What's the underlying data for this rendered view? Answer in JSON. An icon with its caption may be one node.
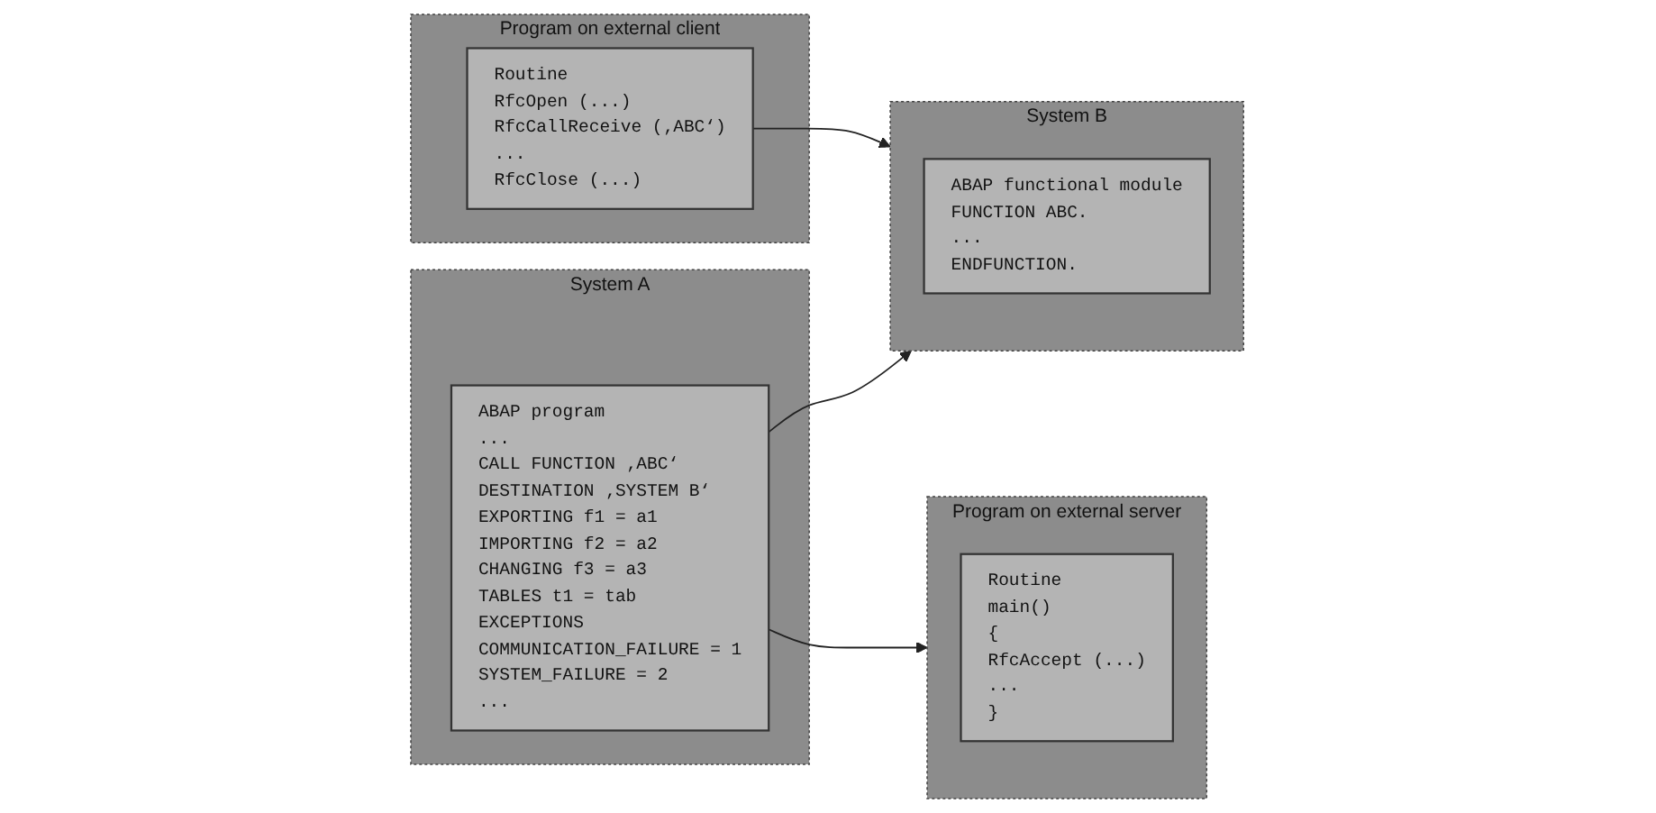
{
  "diagram": {
    "nodes": [
      {
        "text": [
          "System A"
        ]
      },
      {
        "text": [
          "ABAP program",
          "...",
          "CALL FUNCTION ‚ABC‘",
          "DESTINATION ‚SYSTEM B‘",
          "EXPORTING f1 = a1",
          "IMPORTING f2 = a2",
          "CHANGING f3 = a3",
          "TABLES t1 = tab",
          "EXCEPTIONS",
          "COMMUNICATION_FAILURE = 1",
          "SYSTEM_FAILURE = 2",
          "..."
        ],
        "in": 0
      },
      {
        "text": [
          "System B"
        ]
      },
      {
        "text": [
          "ABAP functional module",
          "FUNCTION ABC.",
          "...",
          "ENDFUNCTION."
        ],
        "in": 2
      },
      {
        "text": [
          "Program on external server"
        ]
      },
      {
        "text": [
          "Routine",
          "main()",
          "{",
          "RfcAccept (...)",
          "...",
          "}"
        ],
        "in": 4
      },
      {
        "text": [
          "Program on external client"
        ]
      },
      {
        "text": [
          "Routine",
          "RfcOpen (...)",
          "RfcCallReceive (‚ABC‘)",
          "...",
          "RfcClose (...)"
        ],
        "in": 6
      }
    ],
    "edges": [
      {
        "from": 1,
        "to": 2,
        "arrow": "to"
      },
      {
        "from": 1,
        "to": 4,
        "arrow": "to"
      },
      {
        "from": 7,
        "to": 2,
        "arrow": "to"
      }
    ]
  }
}
